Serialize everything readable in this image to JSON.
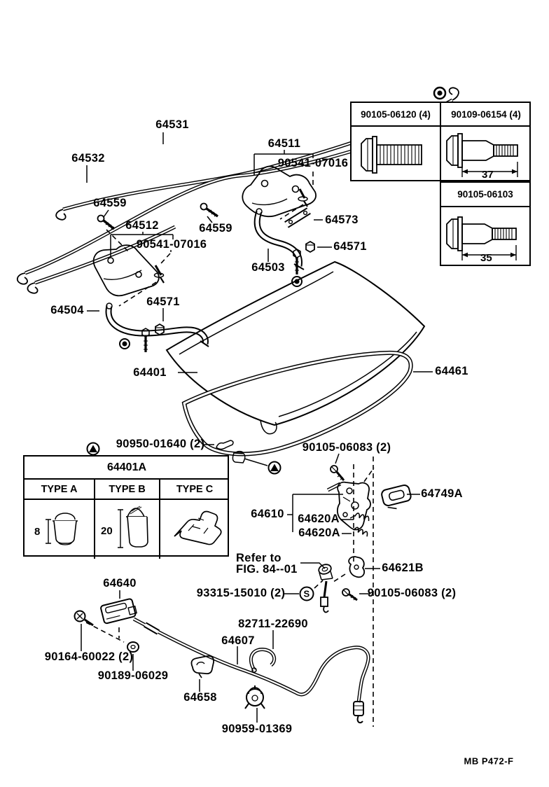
{
  "page": {
    "bg": "#ffffff",
    "ink": "#000000",
    "footer_code": "MB P472-F"
  },
  "fastener_table": {
    "cells": [
      {
        "part": "90105-06120 (4)"
      },
      {
        "part": "90109-06154 (4)",
        "dim": "37"
      },
      {
        "part": "90105-06103",
        "dim": "35"
      }
    ]
  },
  "cushion_table": {
    "title": "64401A",
    "columns": [
      "TYPE A",
      "TYPE B",
      "TYPE C"
    ],
    "dim_a": "8",
    "dim_b": "20"
  },
  "callouts": {
    "p64531": "64531",
    "p64532": "64532",
    "p64559": "64559",
    "p64512": "64512",
    "p90541": "90541-07016",
    "p64511": "64511",
    "p64573": "64573",
    "p64571": "64571",
    "p64503": "64503",
    "p64504": "64504",
    "p64401": "64401",
    "p64461": "64461",
    "p90950": "90950-01640 (2)",
    "p90105_06083": "90105-06083 (2)",
    "p64749a": "64749A",
    "p64610": "64610",
    "p64620a": "64620A",
    "refer_line1": "Refer to",
    "refer_line2": "FIG. 84--01",
    "p64621b": "64621B",
    "p93315": "93315-15010 (2)",
    "s_mark": "S",
    "p64640": "64640",
    "p90164": "90164-60022 (2)",
    "p90189": "90189-06029",
    "p82711": "82711-22690",
    "p64607": "64607",
    "p64658": "64658",
    "p90959": "90959-01369"
  }
}
